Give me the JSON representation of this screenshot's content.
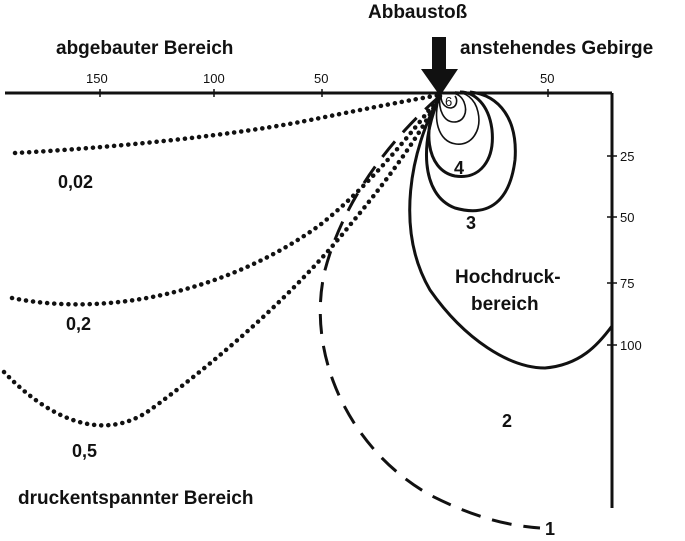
{
  "labels": {
    "top": "Abbaustoß",
    "left_region": "abgebauter Bereich",
    "right_region": "anstehendes Gebirge",
    "high_pressure_1": "Hochdruck-",
    "high_pressure_2": "bereich",
    "relief_zone": "druckentspannter Bereich"
  },
  "x_ticks_left": [
    "150",
    "100",
    "50"
  ],
  "x_ticks_right": [
    "50"
  ],
  "y_ticks": [
    "25",
    "50",
    "75",
    "100"
  ],
  "contours": {
    "c6": "6",
    "c4": "4",
    "c3": "3",
    "c2": "2",
    "c1": "1",
    "c002": "0,02",
    "c02": "0,2",
    "c05": "0,5"
  }
}
